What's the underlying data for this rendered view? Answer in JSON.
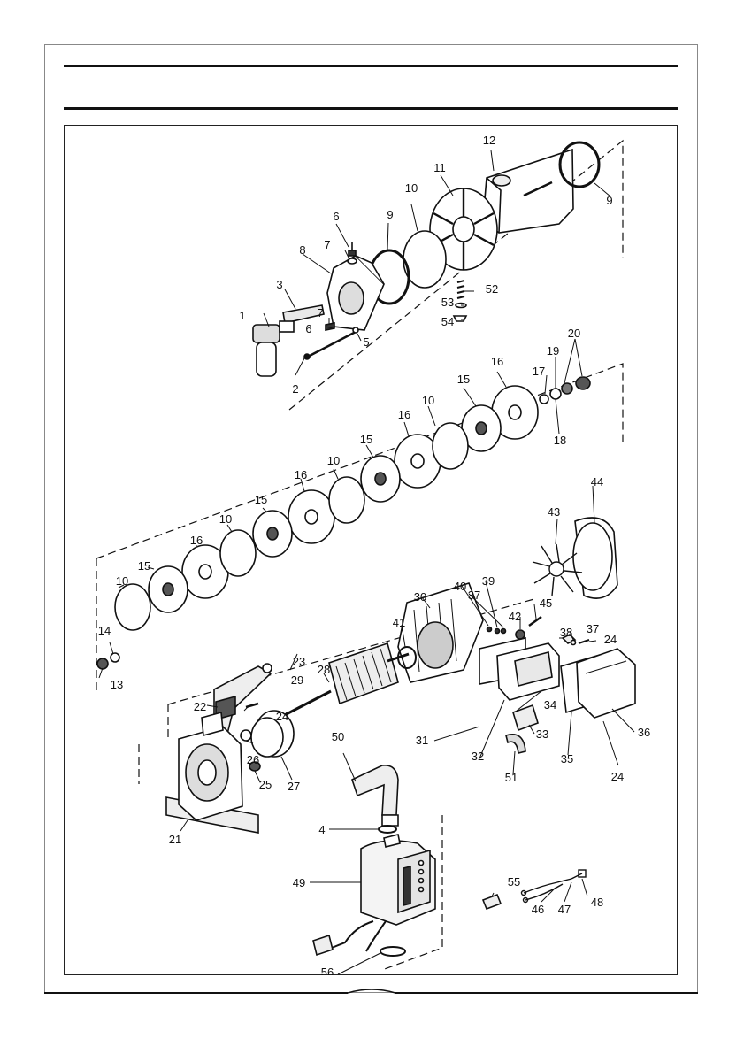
{
  "labels": [
    {
      "id": "1",
      "text": "1"
    },
    {
      "id": "2",
      "text": "2"
    },
    {
      "id": "3",
      "text": "3"
    },
    {
      "id": "4",
      "text": "4"
    },
    {
      "id": "5",
      "text": "5"
    },
    {
      "id": "6a",
      "text": "6"
    },
    {
      "id": "6b",
      "text": "6"
    },
    {
      "id": "7a",
      "text": "7"
    },
    {
      "id": "7b",
      "text": "7"
    },
    {
      "id": "8",
      "text": "8"
    },
    {
      "id": "9a",
      "text": "9"
    },
    {
      "id": "9b",
      "text": "9"
    },
    {
      "id": "10a",
      "text": "10"
    },
    {
      "id": "10b",
      "text": "10"
    },
    {
      "id": "10c",
      "text": "10"
    },
    {
      "id": "10d",
      "text": "10"
    },
    {
      "id": "10e",
      "text": "10"
    },
    {
      "id": "11",
      "text": "11"
    },
    {
      "id": "12",
      "text": "12"
    },
    {
      "id": "13",
      "text": "13"
    },
    {
      "id": "14",
      "text": "14"
    },
    {
      "id": "15a",
      "text": "15"
    },
    {
      "id": "15b",
      "text": "15"
    },
    {
      "id": "15c",
      "text": "15"
    },
    {
      "id": "15d",
      "text": "15"
    },
    {
      "id": "16a",
      "text": "16"
    },
    {
      "id": "16b",
      "text": "16"
    },
    {
      "id": "16c",
      "text": "16"
    },
    {
      "id": "16d",
      "text": "16"
    },
    {
      "id": "17",
      "text": "17"
    },
    {
      "id": "18",
      "text": "18"
    },
    {
      "id": "19",
      "text": "19"
    },
    {
      "id": "20",
      "text": "20"
    },
    {
      "id": "21",
      "text": "21"
    },
    {
      "id": "22",
      "text": "22"
    },
    {
      "id": "23",
      "text": "23"
    },
    {
      "id": "24a",
      "text": "24"
    },
    {
      "id": "24b",
      "text": "24"
    },
    {
      "id": "24c",
      "text": "24"
    },
    {
      "id": "25",
      "text": "25"
    },
    {
      "id": "26",
      "text": "26"
    },
    {
      "id": "27",
      "text": "27"
    },
    {
      "id": "28",
      "text": "28"
    },
    {
      "id": "29",
      "text": "29"
    },
    {
      "id": "30",
      "text": "30"
    },
    {
      "id": "31",
      "text": "31"
    },
    {
      "id": "32",
      "text": "32"
    },
    {
      "id": "33",
      "text": "33"
    },
    {
      "id": "34",
      "text": "34"
    },
    {
      "id": "35",
      "text": "35"
    },
    {
      "id": "36",
      "text": "36"
    },
    {
      "id": "37a",
      "text": "37"
    },
    {
      "id": "37b",
      "text": "37"
    },
    {
      "id": "38",
      "text": "38"
    },
    {
      "id": "39",
      "text": "39"
    },
    {
      "id": "40",
      "text": "40"
    },
    {
      "id": "41",
      "text": "41"
    },
    {
      "id": "42",
      "text": "42"
    },
    {
      "id": "43",
      "text": "43"
    },
    {
      "id": "44",
      "text": "44"
    },
    {
      "id": "45",
      "text": "45"
    },
    {
      "id": "46",
      "text": "46"
    },
    {
      "id": "47",
      "text": "47"
    },
    {
      "id": "48",
      "text": "48"
    },
    {
      "id": "49",
      "text": "49"
    },
    {
      "id": "50",
      "text": "50"
    },
    {
      "id": "51",
      "text": "51"
    },
    {
      "id": "52",
      "text": "52"
    },
    {
      "id": "53",
      "text": "53"
    },
    {
      "id": "54",
      "text": "54"
    },
    {
      "id": "55",
      "text": "55"
    },
    {
      "id": "56",
      "text": "56"
    }
  ],
  "colors": {
    "ink": "#111111",
    "frame": "#888888",
    "fill": "#ffffff",
    "shade": "#555555"
  }
}
